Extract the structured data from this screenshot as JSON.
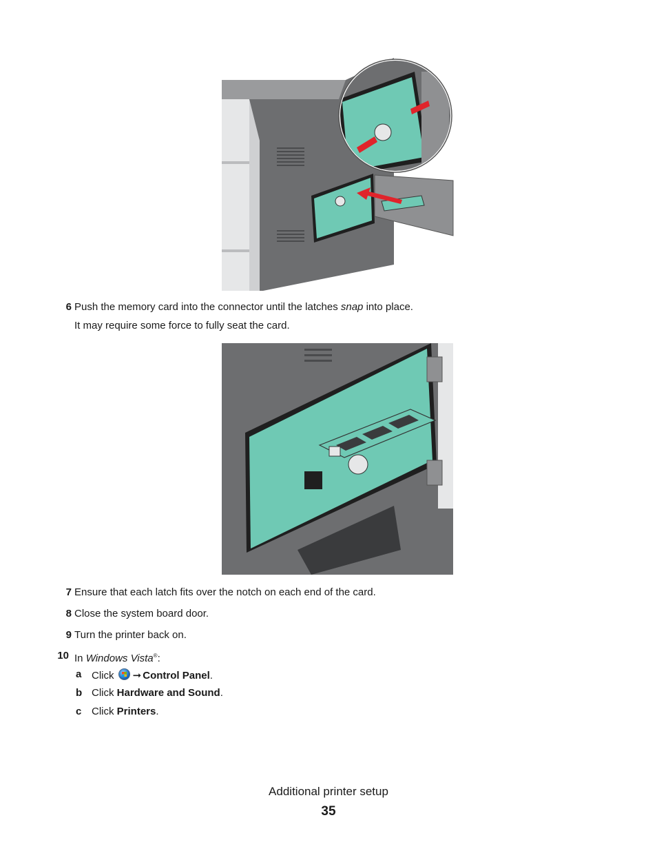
{
  "steps": {
    "s6": {
      "num": "6",
      "pre": "Push the memory card into the connector until the latches ",
      "em": "snap",
      "post": " into place.",
      "note": "It may require some force to fully seat the card."
    },
    "s7": {
      "num": "7",
      "text": "Ensure that each latch fits over the notch on each end of the card."
    },
    "s8": {
      "num": "8",
      "text": "Close the system board door."
    },
    "s9": {
      "num": "9",
      "text": "Turn the printer back on."
    },
    "s10": {
      "num": "10",
      "pre": "In ",
      "em": "Windows Vista",
      "sup": "®",
      "post": ":"
    }
  },
  "substeps": {
    "a": {
      "letter": "a",
      "pre": "Click ",
      "arrow": "➞",
      "bold": "Control Panel",
      "post": "."
    },
    "b": {
      "letter": "b",
      "pre": "Click ",
      "bold": "Hardware and Sound",
      "post": "."
    },
    "c": {
      "letter": "c",
      "pre": "Click ",
      "bold": "Printers",
      "post": "."
    }
  },
  "footer": {
    "title": "Additional printer setup",
    "page": "35"
  },
  "icons": {
    "start_button": "windows-start-orb-icon"
  },
  "colors": {
    "board": "#6fc9b4",
    "printer_gray": "#6d6e70",
    "arrow_red": "#e0242b"
  }
}
